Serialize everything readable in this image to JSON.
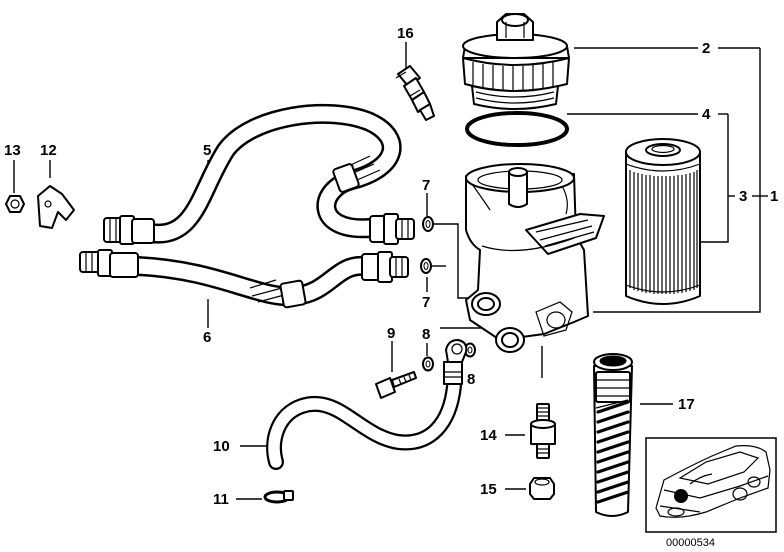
{
  "diagram": {
    "callouts": [
      "1",
      "2",
      "3",
      "4",
      "5",
      "6",
      "7",
      "7",
      "8",
      "8",
      "9",
      "10",
      "11",
      "12",
      "13",
      "14",
      "15",
      "16",
      "17"
    ],
    "image_number": "00000534"
  }
}
